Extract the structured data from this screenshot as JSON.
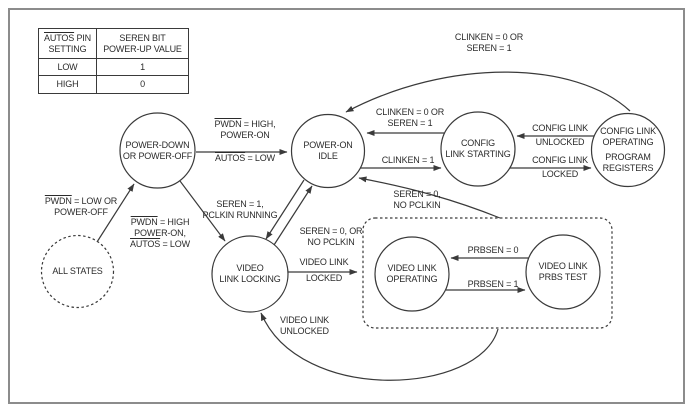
{
  "table": {
    "header": {
      "col1_ov": "AUTOS",
      "col1_rest": " PIN",
      "col1_line2": "SETTING",
      "col2_line1": "SEREN BIT",
      "col2_line2": "POWER-UP VALUE"
    },
    "rows": [
      [
        "LOW",
        "1"
      ],
      [
        "HIGH",
        "0"
      ]
    ]
  },
  "states": {
    "power_down": {
      "lines": [
        "POWER-DOWN",
        "OR POWER-OFF"
      ]
    },
    "power_on_idle": {
      "lines": [
        "POWER-ON",
        "IDLE"
      ]
    },
    "config_link_starting": {
      "lines": [
        "CONFIG",
        "LINK STARTING"
      ]
    },
    "config_link_operating": {
      "lines": [
        "CONFIG LINK",
        "OPERATING",
        "PROGRAM",
        "REGISTERS"
      ]
    },
    "all_states": {
      "lines": [
        "ALL STATES"
      ]
    },
    "video_link_locking": {
      "lines": [
        "VIDEO",
        "LINK LOCKING"
      ]
    },
    "video_link_operating": {
      "lines": [
        "VIDEO LINK",
        "OPERATING"
      ]
    },
    "video_link_prbs": {
      "lines": [
        "VIDEO LINK",
        "PRBS TEST"
      ]
    }
  },
  "transitions": {
    "pwdn_high_power_on": {
      "ov": "PWDN",
      "rest": " = HIGH,",
      "line2": "POWER-ON"
    },
    "autos_low": {
      "ov": "AUTOS",
      "rest": " = LOW"
    },
    "clinken0_top": {
      "line1": "CLINKEN = 0 OR",
      "line2": "SEREN = 1"
    },
    "clinken0_mid": {
      "line1": "CLINKEN = 0 OR",
      "line2": "SEREN = 1"
    },
    "clinken1": {
      "line1": "CLINKEN = 1"
    },
    "config_unlocked": {
      "line1": "CONFIG LINK",
      "line2": "UNLOCKED"
    },
    "config_locked": {
      "line1": "CONFIG LINK",
      "line2": "LOCKED"
    },
    "seren0_no_pclkin": {
      "line1": "SEREN = 0,",
      "line2": "NO PCLKIN"
    },
    "seren1_pclkin": {
      "line1": "SEREN = 1,",
      "line2": "PCLKIN RUNNING"
    },
    "pwdn_low": {
      "ov": "PWDN",
      "rest": " = LOW OR",
      "line2": "POWER-OFF"
    },
    "pwdn_high2": {
      "ov": "PWDN",
      "rest": " = HIGH",
      "line2": "POWER-ON,",
      "ov2": "AUTOS",
      "rest2": " = LOW"
    },
    "seren0_or": {
      "line1": "SEREN = 0, OR",
      "line2": "NO PCLKIN"
    },
    "video_link_locked": {
      "line1": "VIDEO LINK",
      "line2": "LOCKED"
    },
    "video_link_unlocked": {
      "line1": "VIDEO LINK",
      "line2": "UNLOCKED"
    },
    "prbsen0": {
      "line1": "PRBSEN = 0"
    },
    "prbsen1": {
      "line1": "PRBSEN = 1"
    }
  },
  "colors": {
    "line": "#3a3a3a",
    "text": "#2b2b2b",
    "border": "#8c8c8c",
    "background": "#ffffff"
  }
}
